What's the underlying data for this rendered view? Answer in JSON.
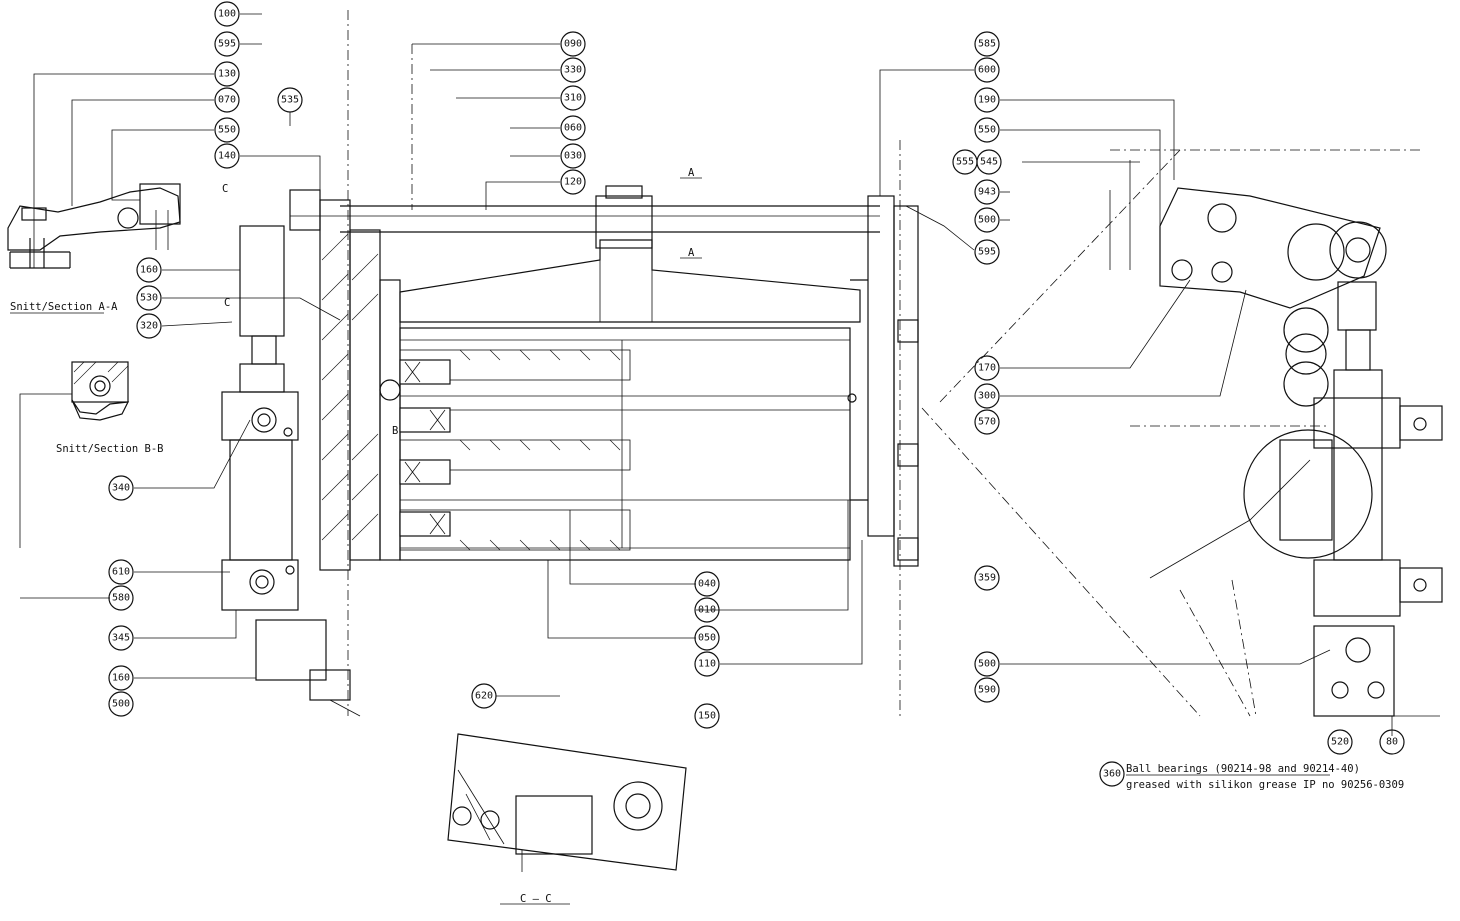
{
  "views": {
    "section_aa": "Snitt/Section A-A",
    "section_bb": "Snitt/Section B-B",
    "section_cc": "C — C"
  },
  "note": {
    "ref": "360",
    "line1": "Ball bearings (90214-98 and 90214-40)",
    "line2": "greased with silikon grease  IP no 90256-0309"
  },
  "cut_marks": {
    "a": "A",
    "b": "B",
    "c": "C"
  },
  "part_numbers": [
    "100",
    "595",
    "130",
    "070",
    "550",
    "140",
    "535",
    "090",
    "330",
    "310",
    "060",
    "030",
    "120",
    "585",
    "600",
    "190",
    "550",
    "555",
    "545",
    "943",
    "500",
    "595",
    "160",
    "530",
    "320",
    "340",
    "610",
    "580",
    "345",
    "160",
    "500",
    "620",
    "150",
    "040",
    "010",
    "050",
    "110",
    "170",
    "300",
    "570",
    "359",
    "500",
    "590",
    "520",
    "80"
  ]
}
